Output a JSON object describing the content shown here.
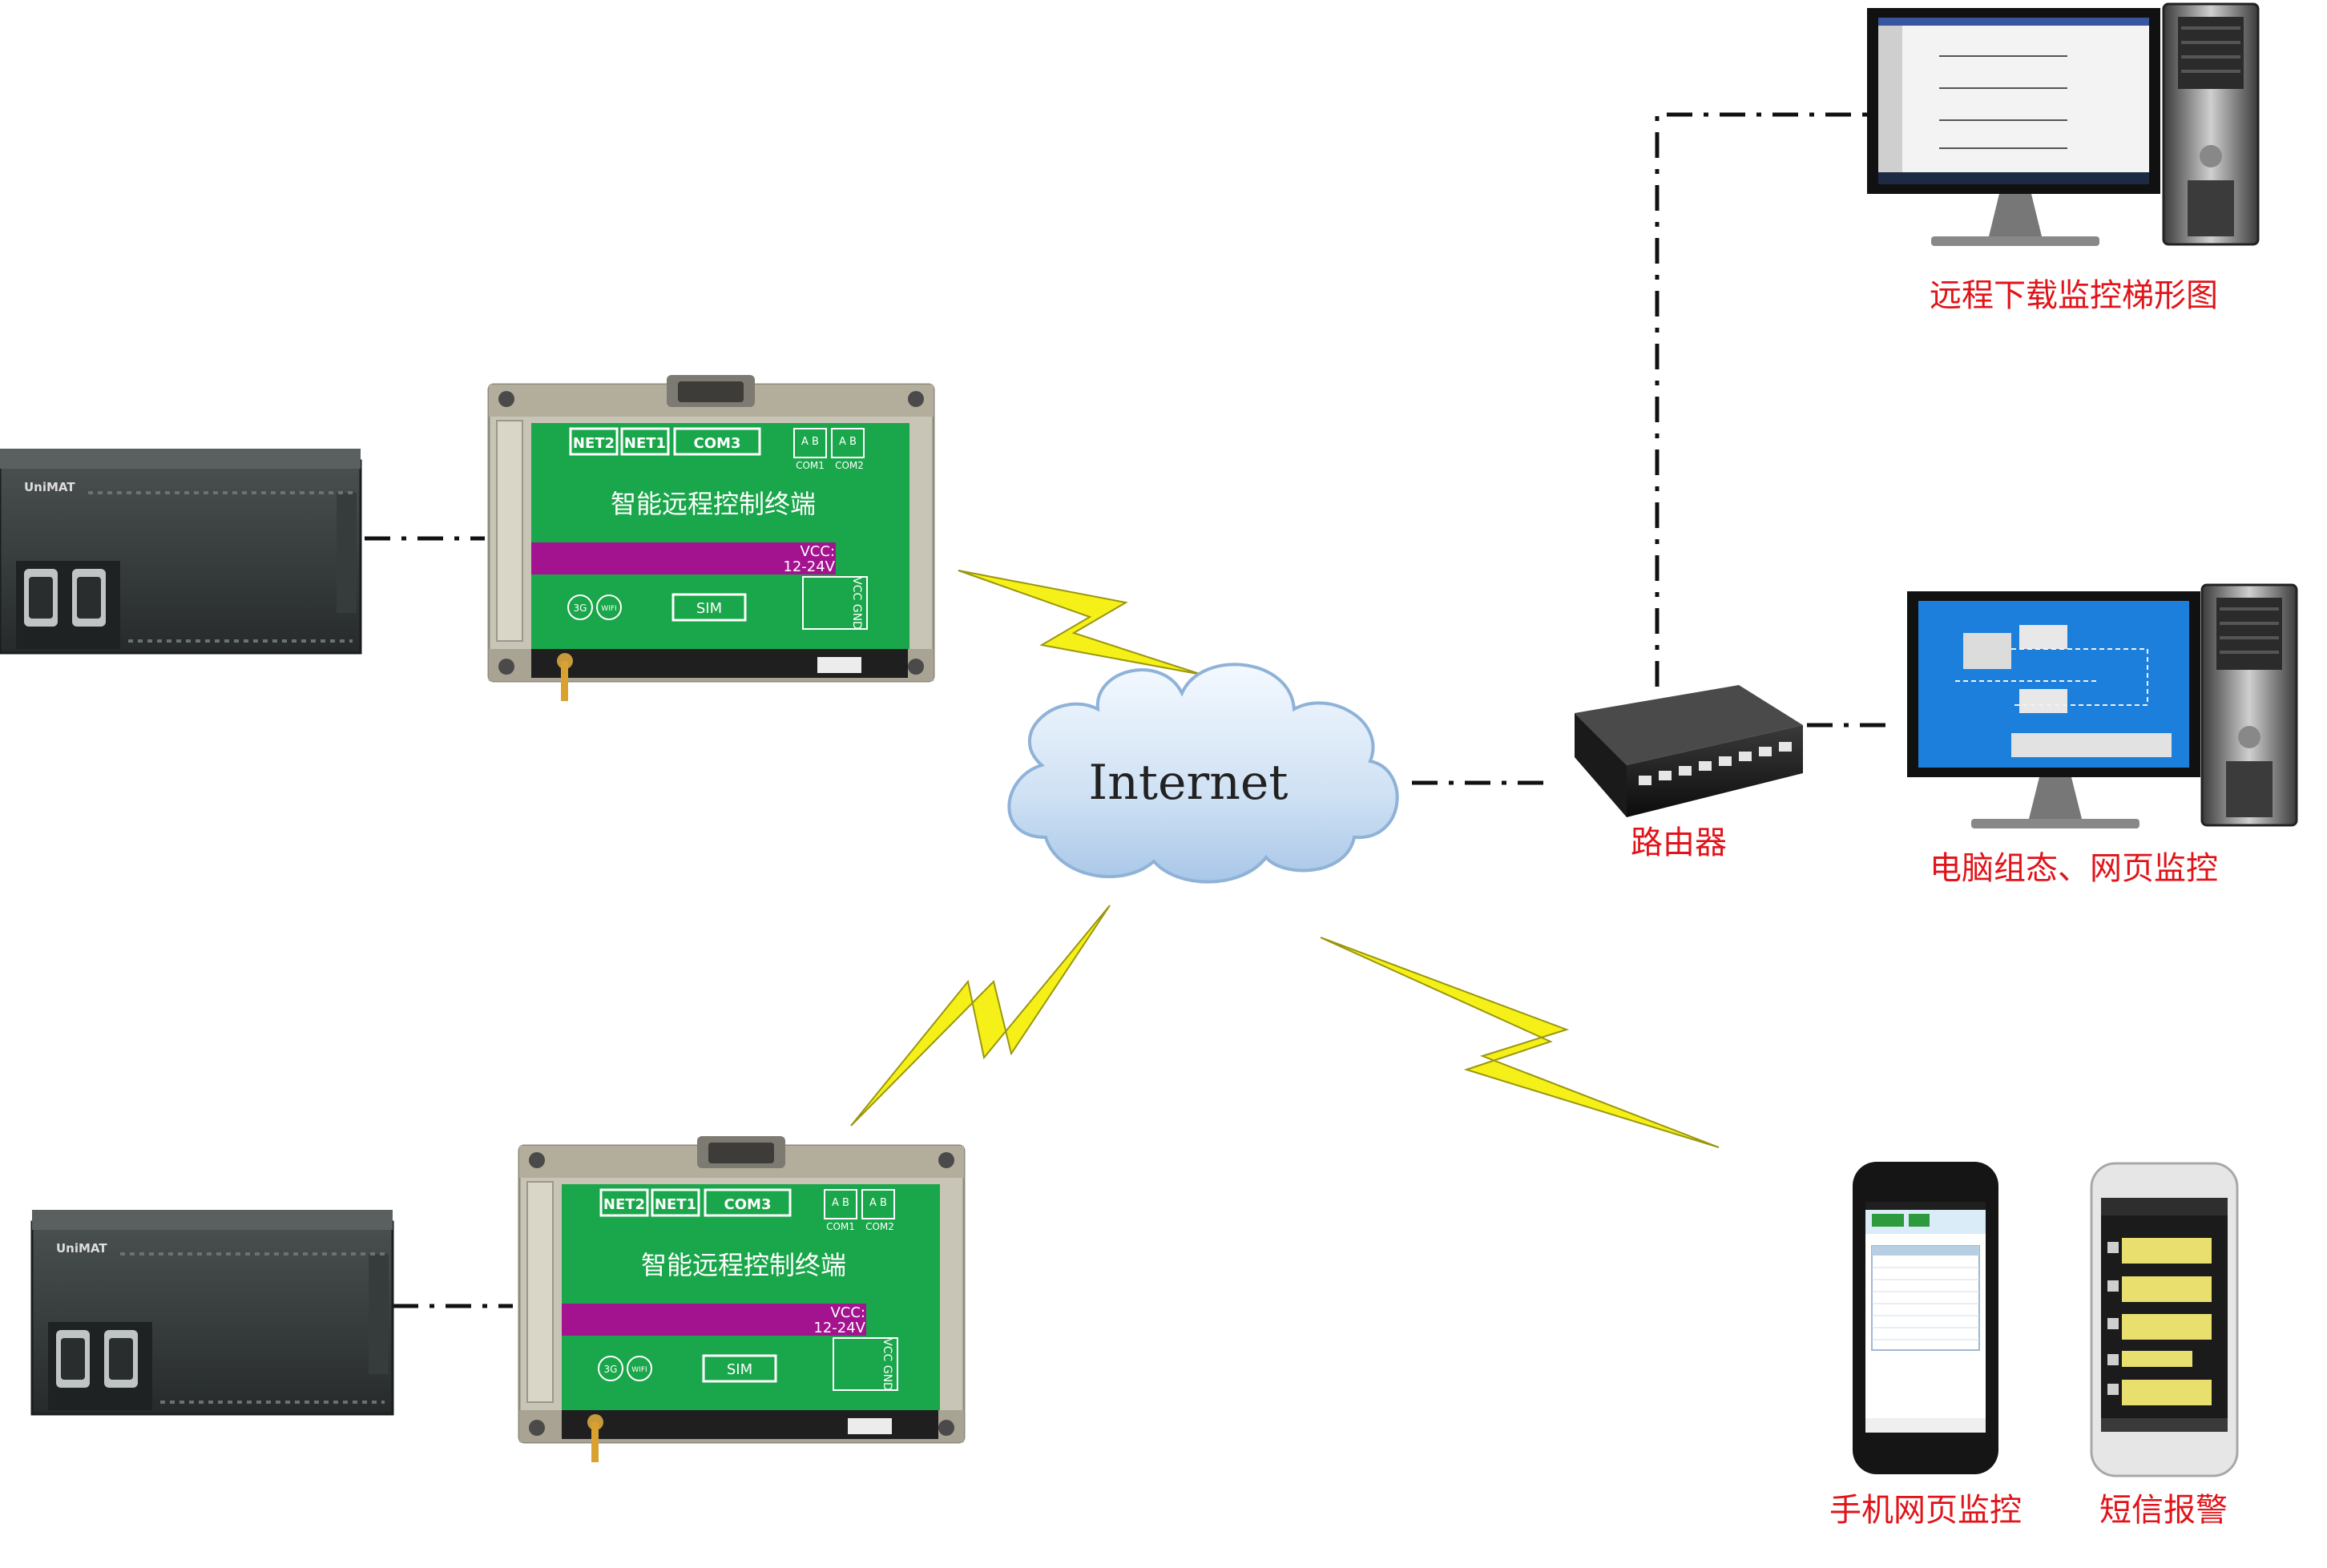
{
  "cloud": {
    "label": "Internet"
  },
  "terminal": {
    "port_labels": [
      "NET2",
      "NET1",
      "COM3"
    ],
    "title": "智能远程控制终端",
    "vcc_line1": "VCC:",
    "vcc_line2": "12-24V",
    "sim": "SIM",
    "icon_3g": "3G",
    "icon_wifi": "WIFI",
    "vcc_gnd": "VCC GND",
    "com1": "COM1",
    "com2": "COM2",
    "ab": "A B"
  },
  "labels": {
    "router": "路由器",
    "remote_download": "远程下载监控梯形图",
    "pc_monitor": "电脑组态、网页监控",
    "phone_web": "手机网页监控",
    "sms_alarm": "短信报警"
  },
  "plc": {
    "brand": "UniMAT"
  },
  "colors": {
    "terminal_green": "#1aa64a",
    "terminal_purple": "#a3128f",
    "label_red": "#e0141a",
    "lightning": "#f5f017",
    "cloud": "#cfe1f4"
  },
  "icons": [
    "plc-icon",
    "terminal-device-icon",
    "cloud-icon",
    "lightning-icon",
    "router-icon",
    "desktop-pc-icon",
    "smartphone-icon"
  ]
}
